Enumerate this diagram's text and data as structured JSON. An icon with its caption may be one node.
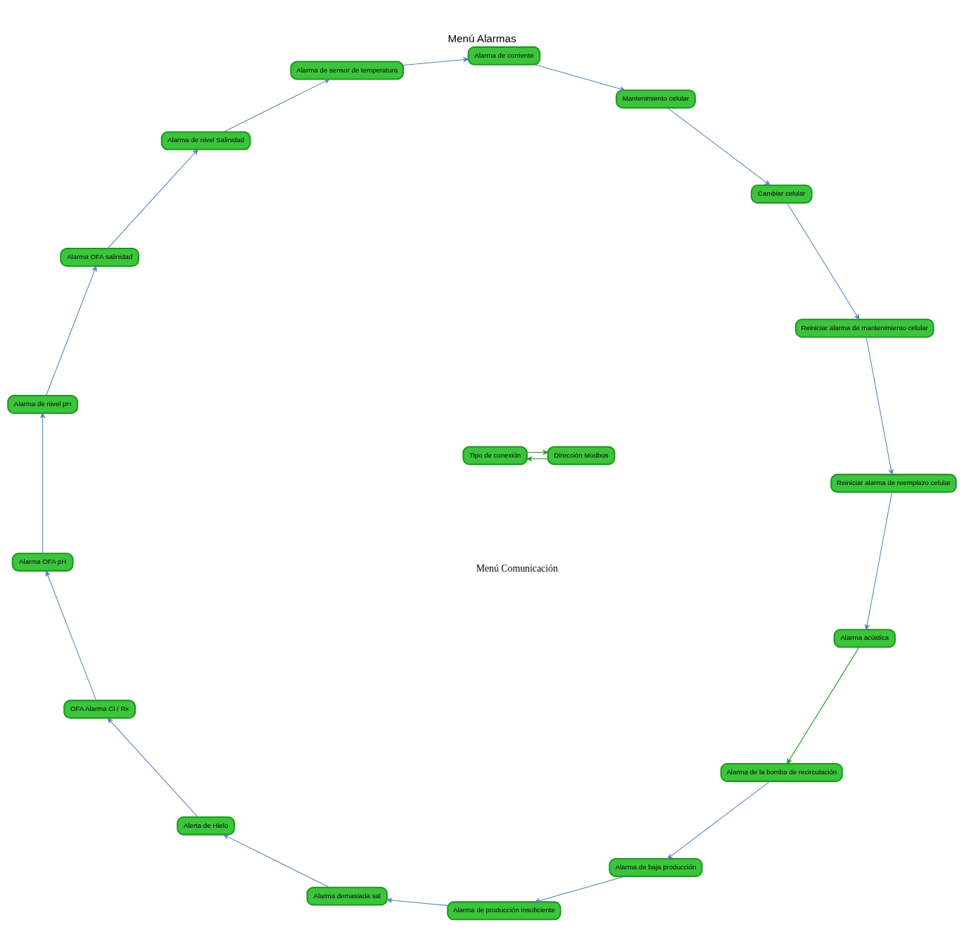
{
  "diagram": {
    "title": "Menú Alarmas",
    "nodes": [
      {
        "text": [
          "Alarma acústica"
        ]
      },
      {
        "text": [
          "Alarma de la bomba de recirculación"
        ]
      },
      {
        "text": [
          "Alarma de baja producción"
        ]
      },
      {
        "text": [
          "Alarma de producción insuficiente"
        ]
      },
      {
        "text": [
          "Alarma demasiada sal"
        ]
      },
      {
        "text": [
          "Alerta de Hielo"
        ]
      },
      {
        "text": [
          "OFA Alarma Cl / Rx"
        ]
      },
      {
        "text": [
          "Alarma OFA pH"
        ]
      },
      {
        "text": [
          "Alarma de nivel pH"
        ]
      },
      {
        "text": [
          "Alarma OFA salinidad"
        ]
      },
      {
        "text": [
          "Alarma de nivel Salinidad"
        ]
      },
      {
        "text": [
          "Alarma de sensor de temperatura"
        ]
      },
      {
        "text": [
          "Alarma de corriente"
        ]
      },
      {
        "text": [
          "Mantenimiento celular"
        ]
      },
      {
        "text": [
          "Cambiar celular"
        ]
      },
      {
        "text": [
          "Reiniciar alarma de mantenimiento celular"
        ]
      },
      {
        "text": [
          "Reiniciar alarma de reemplazo celular"
        ]
      },
      {
        "text": [
          "Tipo de conexión"
        ]
      },
      {
        "text": [
          "Dirección Modbus"
        ]
      }
    ],
    "edges": [
      {
        "from": 0,
        "to": 1,
        "arrow": "to",
        "color": "#1a9a1a"
      },
      {
        "from": 1,
        "to": 2,
        "arrow": "to"
      },
      {
        "from": 2,
        "to": 3,
        "arrow": "to"
      },
      {
        "from": 3,
        "to": 4,
        "arrow": "to"
      },
      {
        "from": 4,
        "to": 5,
        "arrow": "to"
      },
      {
        "from": 5,
        "to": 6,
        "arrow": "to"
      },
      {
        "from": 6,
        "to": 7,
        "arrow": "to"
      },
      {
        "from": 7,
        "to": 8,
        "arrow": "to"
      },
      {
        "from": 8,
        "to": 9,
        "arrow": "to"
      },
      {
        "from": 9,
        "to": 10,
        "arrow": "to"
      },
      {
        "from": 10,
        "to": 11,
        "arrow": "to"
      },
      {
        "from": 11,
        "to": 12,
        "arrow": "to"
      },
      {
        "from": 12,
        "to": 13,
        "arrow": "to"
      },
      {
        "from": 13,
        "to": 14,
        "arrow": "to"
      },
      {
        "from": 14,
        "to": 15,
        "arrow": "to"
      },
      {
        "from": 15,
        "to": 16,
        "arrow": "to"
      },
      {
        "from": 16,
        "to": 0,
        "arrow": "to"
      },
      {
        "from": 17,
        "to": 18,
        "arrow": "to",
        "color": "#1a9a1a"
      },
      {
        "from": 18,
        "to": 17,
        "arrow": "to",
        "color": "#1a9a1a"
      }
    ],
    "labels": [
      "Menú Comunicación"
    ]
  }
}
